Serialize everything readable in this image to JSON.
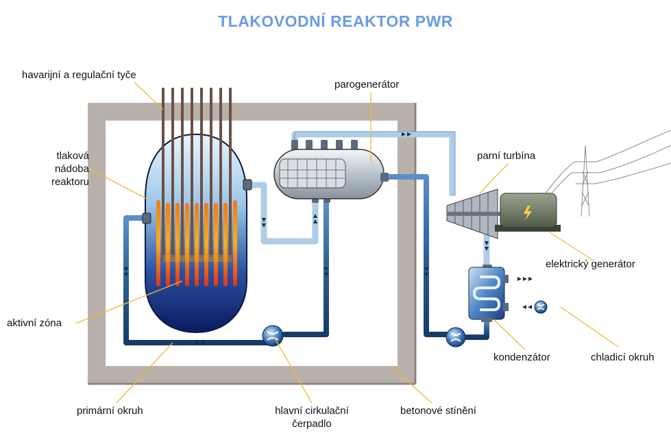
{
  "title": "TLAKOVODNÍ REAKTOR PWR",
  "labels": {
    "rods": "havarijní a regulační tyče",
    "vessel": [
      "tlaková",
      "nádoba",
      "reaktoru"
    ],
    "core": "aktivní zóna",
    "primary": "primární okruh",
    "pump": [
      "hlavní cirkulační",
      "čerpadlo"
    ],
    "shield": "betonové stínění",
    "steamgen": "parogenerátor",
    "turbine": "parní turbína",
    "generator": "elektrický generátor",
    "condenser": "kondenzátor",
    "cooling": "chladicí okruh"
  },
  "colors": {
    "title": "#6a9be8",
    "shield": "#b8b0aa",
    "primary_pipe": "#2c5f98",
    "steam_pipe": "#aecce6",
    "leader": "#f0b83a",
    "rod": "#6b5048",
    "generator": "#6f7a65"
  }
}
